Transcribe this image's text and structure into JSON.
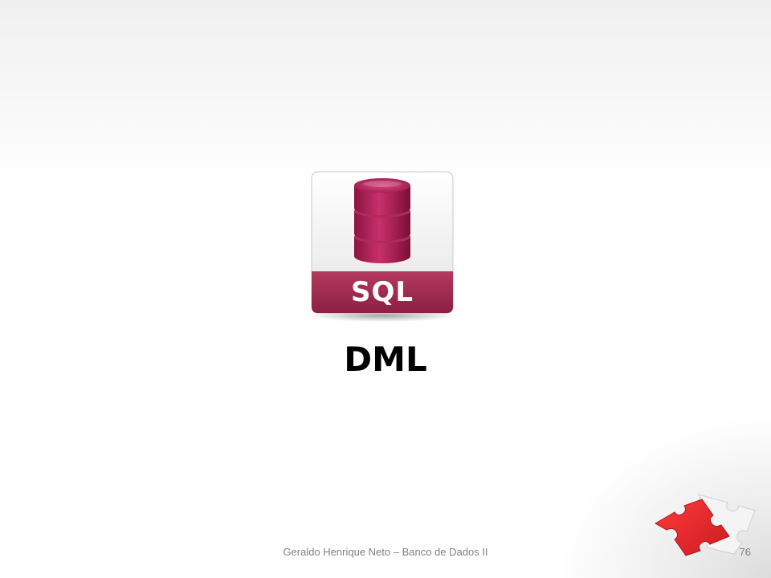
{
  "slide": {
    "icon": {
      "name": "sql-database-file-icon",
      "caption": "SQL",
      "accent_color": "#a3294f",
      "body_color": "#ffffff"
    },
    "title": "DML",
    "footer": {
      "author_course": "Geraldo Henrique Neto – Banco de Dados II",
      "page_number": "76"
    },
    "logo": {
      "name": "puzzle-piece-icon",
      "color": "#e0262d"
    }
  }
}
